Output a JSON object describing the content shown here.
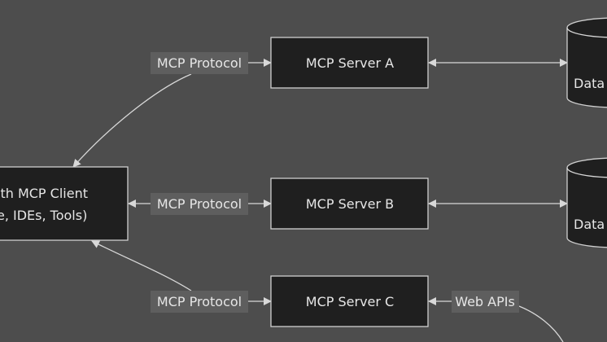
{
  "host": {
    "line1": "ith MCP Client",
    "line2": "e, IDEs, Tools)"
  },
  "servers": [
    {
      "label": "MCP Server A"
    },
    {
      "label": "MCP Server B"
    },
    {
      "label": "MCP Server C"
    }
  ],
  "edge_labels": {
    "protocol_a": "MCP Protocol",
    "protocol_b": "MCP Protocol",
    "protocol_c": "MCP Protocol",
    "web_apis": "Web APIs"
  },
  "data_sources": [
    {
      "label": "Data"
    },
    {
      "label": "Data"
    }
  ],
  "colors": {
    "background": "#4d4d4d",
    "node_fill": "#1f1f1f",
    "stroke": "#cfcfcf",
    "label_bg": "#5e5e5e"
  }
}
